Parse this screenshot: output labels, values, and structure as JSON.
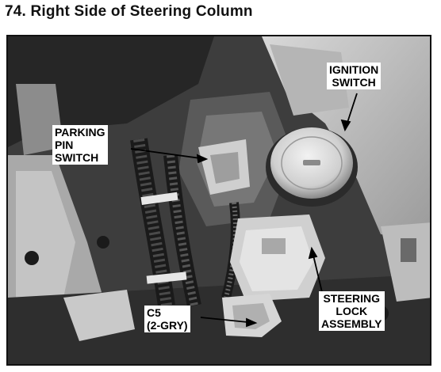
{
  "title": "74. Right Side of Steering Column",
  "callouts": {
    "ignition_switch": [
      "IGNITION",
      "SWITCH"
    ],
    "parking_pin_switch": [
      "PARKING",
      "PIN",
      "SWITCH"
    ],
    "c5": [
      "C5",
      "(2-GRY)"
    ],
    "steering_lock_assembly": [
      "STEERING",
      "LOCK",
      "ASSEMBLY"
    ]
  },
  "colors": {
    "ink": "#000000",
    "paper": "#ffffff"
  }
}
